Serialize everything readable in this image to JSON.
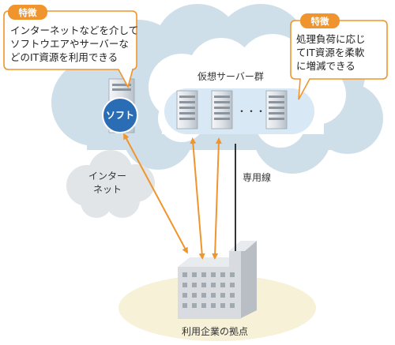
{
  "callout_left": {
    "tag": "特徴",
    "lines": [
      "インターネットなどを介して",
      "ソフトウエアやサーバーな",
      "どのIT資源を利用できる"
    ]
  },
  "callout_right": {
    "tag": "特徴",
    "lines": [
      "処理負荷に応じ",
      "てIT資源を柔軟",
      "に増減できる"
    ]
  },
  "server_group_label": "仮想サーバー群",
  "ellipsis": "・・・・・",
  "software_badge": "ソフト",
  "internet_label": [
    "インター",
    "ネット"
  ],
  "dedicated_line_label": "専用線",
  "company_base_label": "利用企業の拠点",
  "colors": {
    "accent_orange": "#f0952e",
    "cloud": "#cfdfe9",
    "cloud_inner": "#ffffff",
    "server_band": "#d9e8f5",
    "internet_cloud": "#e1e5e8",
    "base_ellipse": "#f7f1d7",
    "software_badge": "#2b6db5",
    "dedicated_line": "#333333"
  }
}
